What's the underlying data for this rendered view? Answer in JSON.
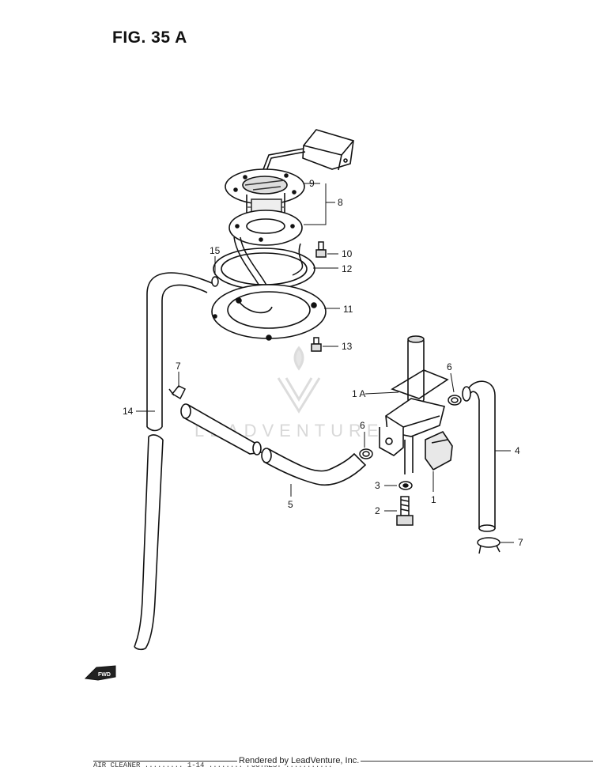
{
  "figure_title": "FIG. 35 A",
  "watermark": "LEADVENTURE",
  "footer": {
    "rendered_by": "Rendered by LeadVenture, Inc.",
    "strip": "AIR CLEANER ......... 1-14 ........ FOOTREST ..........."
  },
  "fwd_label": "FWD",
  "labels": {
    "p1": "1",
    "p1a": "1 A",
    "p2": "2",
    "p3": "3",
    "p4": "4",
    "p5": "5",
    "p6a": "6",
    "p6b": "6",
    "p7a": "7",
    "p7b": "7",
    "p8": "8",
    "p9": "9",
    "p10": "10",
    "p11": "11",
    "p12": "12",
    "p13": "13",
    "p14": "14",
    "p15": "15"
  },
  "icons": {
    "fwd": "fwd-arrow-icon",
    "watermark": "leadventure-logo-icon"
  }
}
